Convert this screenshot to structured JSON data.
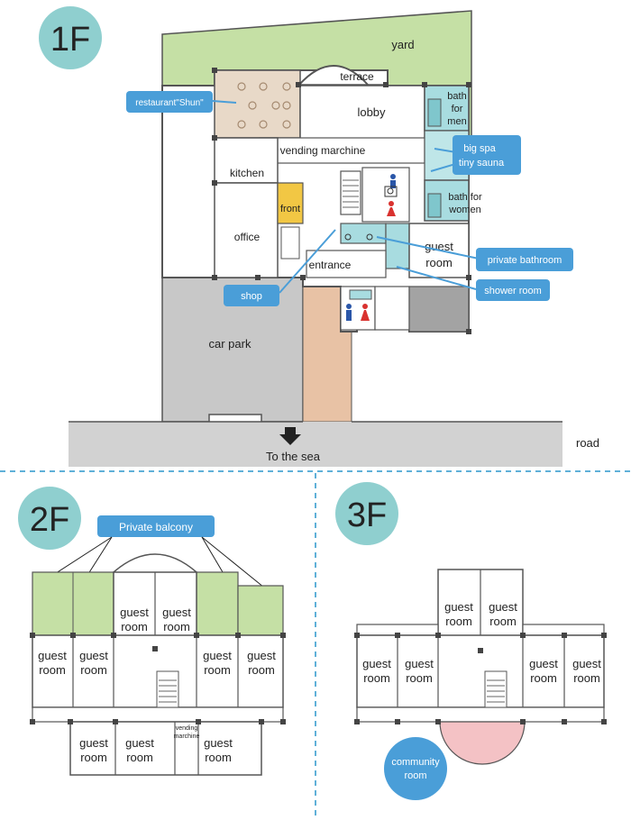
{
  "floors": {
    "f1": {
      "badge": "1F",
      "labels": {
        "yard": "yard",
        "terrace": "terrace",
        "lobby": "lobby",
        "vending": "vending marchine",
        "kitchen": "kitchen",
        "front": "front",
        "office": "office",
        "entrance": "entrance",
        "guest_room_1": "guest",
        "guest_room_2": "room",
        "bath_men_1": "bath",
        "bath_men_2": "for",
        "bath_men_3": "men",
        "bath_women_1": "bath for",
        "bath_women_2": "women",
        "car_park": "car park",
        "to_sea": "To the sea",
        "road": "road"
      },
      "callouts": {
        "restaurant": "restaurant\"Shun\"",
        "spa_1": "big spa",
        "spa_2": "tiny sauna",
        "private_bathroom": "private bathroom",
        "shower_room": "shower room",
        "shop": "shop"
      }
    },
    "f2": {
      "badge": "2F",
      "callout": "Private balcony",
      "guest": "guest",
      "room": "room",
      "vending_1": "vending",
      "vending_2": "marchine"
    },
    "f3": {
      "badge": "3F",
      "guest": "guest",
      "room": "room",
      "community_1": "community",
      "community_2": "room"
    }
  },
  "colors": {
    "badge": "#8fcfcf",
    "yard": "#c5e0a5",
    "restaurant": "#e8d9c8",
    "bath": "#a8dce0",
    "front": "#f2c744",
    "car_park": "#c8c8c8",
    "path": "#e8c2a5",
    "callout": "#4a9ed8",
    "community": "#f4c2c5",
    "road": "#d2d2d2",
    "dash": "#5fb0d8"
  }
}
